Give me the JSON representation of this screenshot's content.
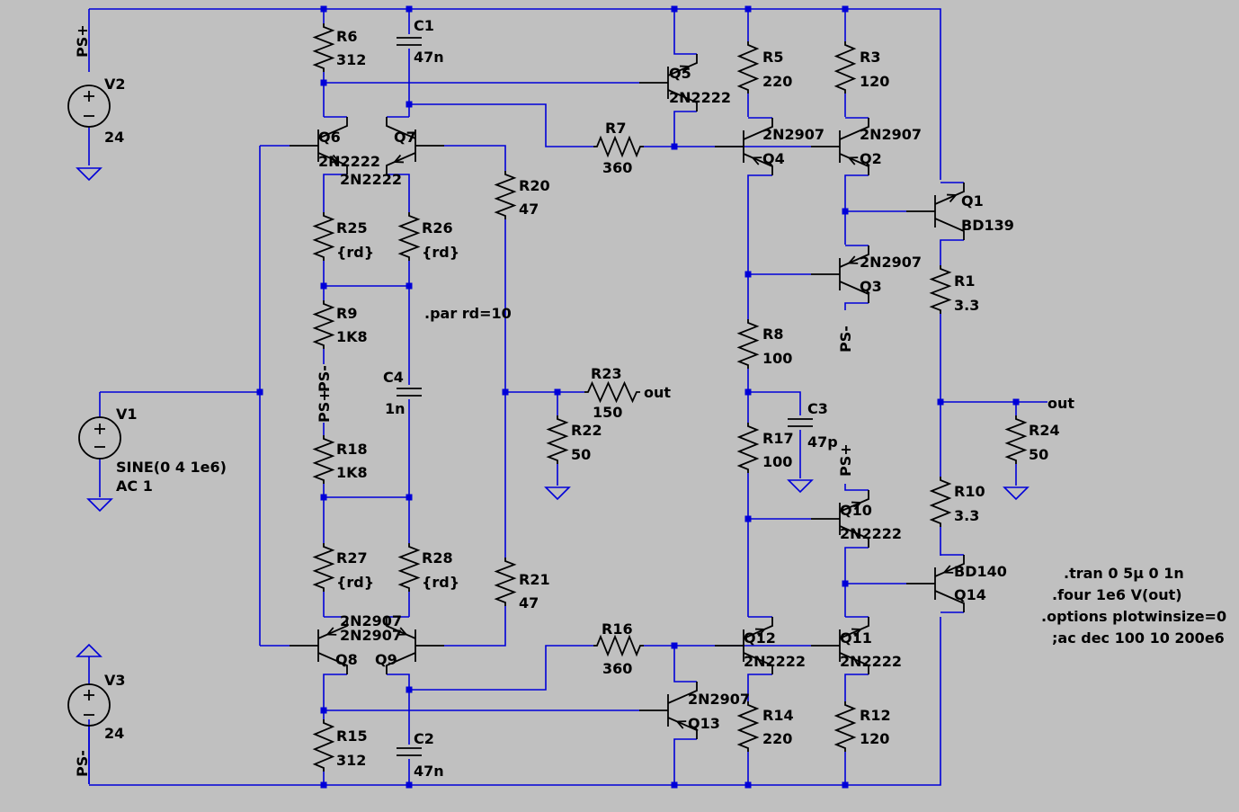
{
  "components": {
    "V2": {
      "ref": "V2",
      "value": "24"
    },
    "V1": {
      "ref": "V1",
      "value": "SINE(0 4 1e6)",
      "value2": "AC 1"
    },
    "V3": {
      "ref": "V3",
      "value": "24"
    },
    "R6": {
      "ref": "R6",
      "value": "312"
    },
    "R15": {
      "ref": "R15",
      "value": "312"
    },
    "C1": {
      "ref": "C1",
      "value": "47n"
    },
    "C2": {
      "ref": "C2",
      "value": "47n"
    },
    "R25": {
      "ref": "R25",
      "value": "{rd}"
    },
    "R26": {
      "ref": "R26",
      "value": "{rd}"
    },
    "R27": {
      "ref": "R27",
      "value": "{rd}"
    },
    "R28": {
      "ref": "R28",
      "value": "{rd}"
    },
    "R9": {
      "ref": "R9",
      "value": "1K8"
    },
    "R18": {
      "ref": "R18",
      "value": "1K8"
    },
    "C4": {
      "ref": "C4",
      "value": "1n"
    },
    "R20": {
      "ref": "R20",
      "value": "47"
    },
    "R21": {
      "ref": "R21",
      "value": "47"
    },
    "R23": {
      "ref": "R23",
      "value": "150"
    },
    "R22": {
      "ref": "R22",
      "value": "50"
    },
    "R7": {
      "ref": "R7",
      "value": "360"
    },
    "R16": {
      "ref": "R16",
      "value": "360"
    },
    "R5": {
      "ref": "R5",
      "value": "220"
    },
    "R3": {
      "ref": "R3",
      "value": "120"
    },
    "R8": {
      "ref": "R8",
      "value": "100"
    },
    "R17": {
      "ref": "R17",
      "value": "100"
    },
    "C3": {
      "ref": "C3",
      "value": "47p"
    },
    "R14": {
      "ref": "R14",
      "value": "220"
    },
    "R12": {
      "ref": "R12",
      "value": "120"
    },
    "R1": {
      "ref": "R1",
      "value": "3.3"
    },
    "R10": {
      "ref": "R10",
      "value": "3.3"
    },
    "R24": {
      "ref": "R24",
      "value": "50"
    },
    "Q5": {
      "ref": "Q5",
      "model": "2N2222"
    },
    "Q6": {
      "ref": "Q6",
      "model": "2N2222"
    },
    "Q7": {
      "ref": "Q7",
      "model": "2N2222"
    },
    "Q4": {
      "ref": "Q4",
      "model": "2N2907"
    },
    "Q2": {
      "ref": "Q2",
      "model": "2N2907"
    },
    "Q3": {
      "ref": "Q3",
      "model": "2N2907"
    },
    "Q1": {
      "ref": "Q1",
      "model": "BD139"
    },
    "Q8": {
      "ref": "Q8",
      "model": "2N2907"
    },
    "Q9": {
      "ref": "Q9",
      "model": "2N2907"
    },
    "Q10": {
      "ref": "Q10",
      "model": "2N2222"
    },
    "Q11": {
      "ref": "Q11",
      "model": "2N2222"
    },
    "Q12": {
      "ref": "Q12",
      "model": "2N2222"
    },
    "Q13": {
      "ref": "Q13",
      "model": "2N2907"
    },
    "Q14": {
      "ref": "Q14",
      "model": "BD140"
    }
  },
  "net_labels": {
    "ps_plus": "PS+",
    "ps_minus": "PS-",
    "out": "out"
  },
  "directives": {
    "par": ".par rd=10",
    "tran": ".tran 0 5µ 0 1n",
    "four": ".four 1e6 V(out)",
    "options": ".options plotwinsize=0",
    "ac": ";ac dec 100 10 200e6"
  }
}
